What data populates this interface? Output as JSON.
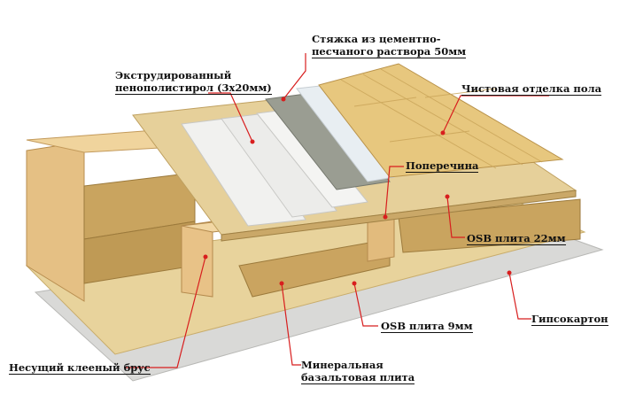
{
  "labels": {
    "screed_line1": "Стяжка из цементно-",
    "screed_line2": "песчаного раствора 50мм",
    "xps_line1": "Экструдированный",
    "xps_line2": "пенополистирол (3х20мм)",
    "finish": "Чистовая отделка пола",
    "crossbar": "Поперечина",
    "osb22": "OSB плита 22мм",
    "gypsum": "Гипсокартон",
    "osb9": "OSB плита 9мм",
    "beam": "Несущий клееный брус",
    "mineral_line1": "Минеральная",
    "mineral_line2": "базальтовая плита"
  },
  "colors": {
    "wood": "#e9c98f",
    "wood_dark": "#cfa463",
    "osb": "#e4cf95",
    "mineral": "#c9a45f",
    "screed": "#9a9d92",
    "xps": "#f1f1ef",
    "parquet": "#e7c77e",
    "gypsum": "#dcdcdc",
    "pointer": "#d81e1e"
  }
}
